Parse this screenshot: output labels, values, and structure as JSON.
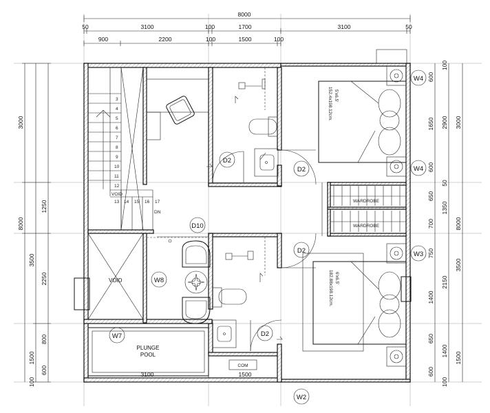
{
  "dimensions": {
    "top_total": "8000",
    "top_row1": [
      "50",
      "3100",
      "100",
      "1700",
      "3100",
      "50"
    ],
    "top_row2": [
      "900",
      "2200",
      "100",
      "1500",
      "100"
    ],
    "bottom": [
      "3100",
      "1500"
    ],
    "left_outer": [
      "3000",
      "8000",
      "3500"
    ],
    "left_inner": [
      "1250",
      "2250",
      "800",
      "1500",
      "600",
      "100"
    ],
    "right_inner": [
      "100",
      "600",
      "1650",
      "600",
      "50",
      "650",
      "700",
      "750",
      "1400",
      "650",
      "600",
      "100"
    ],
    "right_mid": [
      "2900",
      "1350",
      "2150",
      "1400"
    ],
    "right_outer": [
      "3000",
      "8000",
      "3500",
      "1500"
    ]
  },
  "labels": {
    "stair_numbers": [
      "3",
      "4",
      "5",
      "6",
      "7",
      "8",
      "9",
      "10",
      "11",
      "12"
    ],
    "stair_landing": [
      "13",
      "14",
      "15",
      "16",
      "17"
    ],
    "void_top": "VOID",
    "down": "DN",
    "void_main": "VOID",
    "plunge_pool": "PLUNGE",
    "plunge_pool_2": "POOL",
    "com": "COM",
    "bed1_line1": "5'x6.5'",
    "bed1_line2": "152.4x198.12cm.",
    "bed2_line1": "6'x6.5'",
    "bed2_line2": "182.88x198.12cm.",
    "wardrobe": "WARDROBE"
  },
  "tags": {
    "d2_a": "D2",
    "d2_b": "D2",
    "d2_c": "D2",
    "d2_d": "D2",
    "d10": "D10",
    "w8": "W8",
    "w7": "W7",
    "w4_a": "W4",
    "w4_b": "W4",
    "w3": "W3",
    "w2": "W2"
  }
}
